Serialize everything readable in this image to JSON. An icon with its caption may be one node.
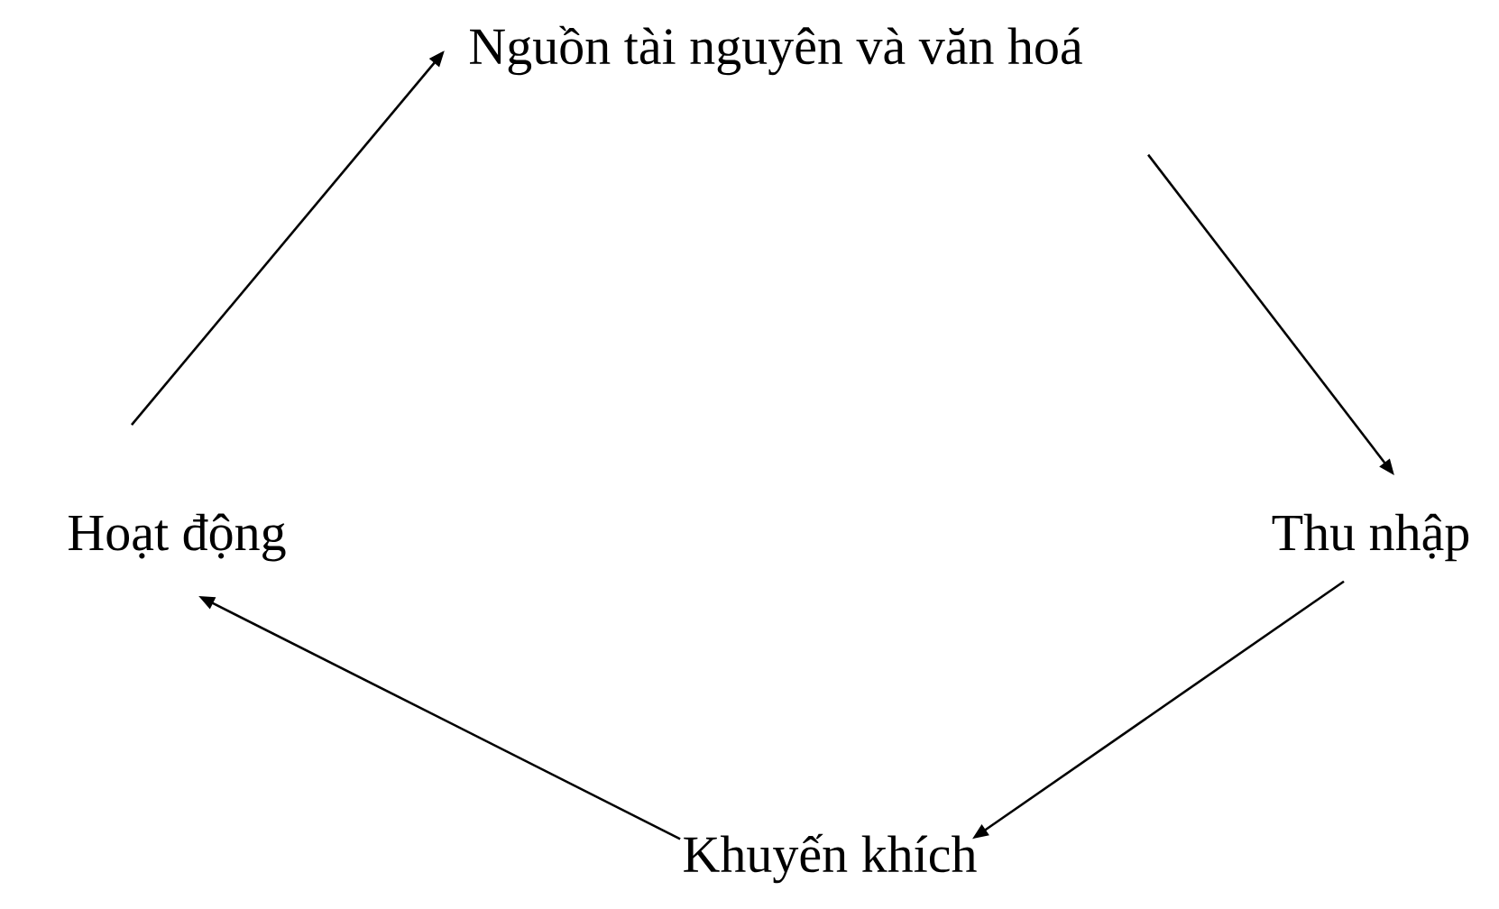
{
  "diagram": {
    "nodes": [
      {
        "text": [
          "Nguồn tài nguyên và văn hoá"
        ]
      },
      {
        "text": [
          "Thu nhập"
        ]
      },
      {
        "text": [
          "Khuyến khích"
        ]
      },
      {
        "text": [
          "Hoạt động"
        ]
      }
    ],
    "edges": [
      {
        "from": 0,
        "to": 1,
        "arrow": "to"
      },
      {
        "from": 1,
        "to": 2,
        "arrow": "to"
      },
      {
        "from": 2,
        "to": 3,
        "arrow": "to"
      },
      {
        "from": 3,
        "to": 0,
        "arrow": "to"
      }
    ]
  }
}
